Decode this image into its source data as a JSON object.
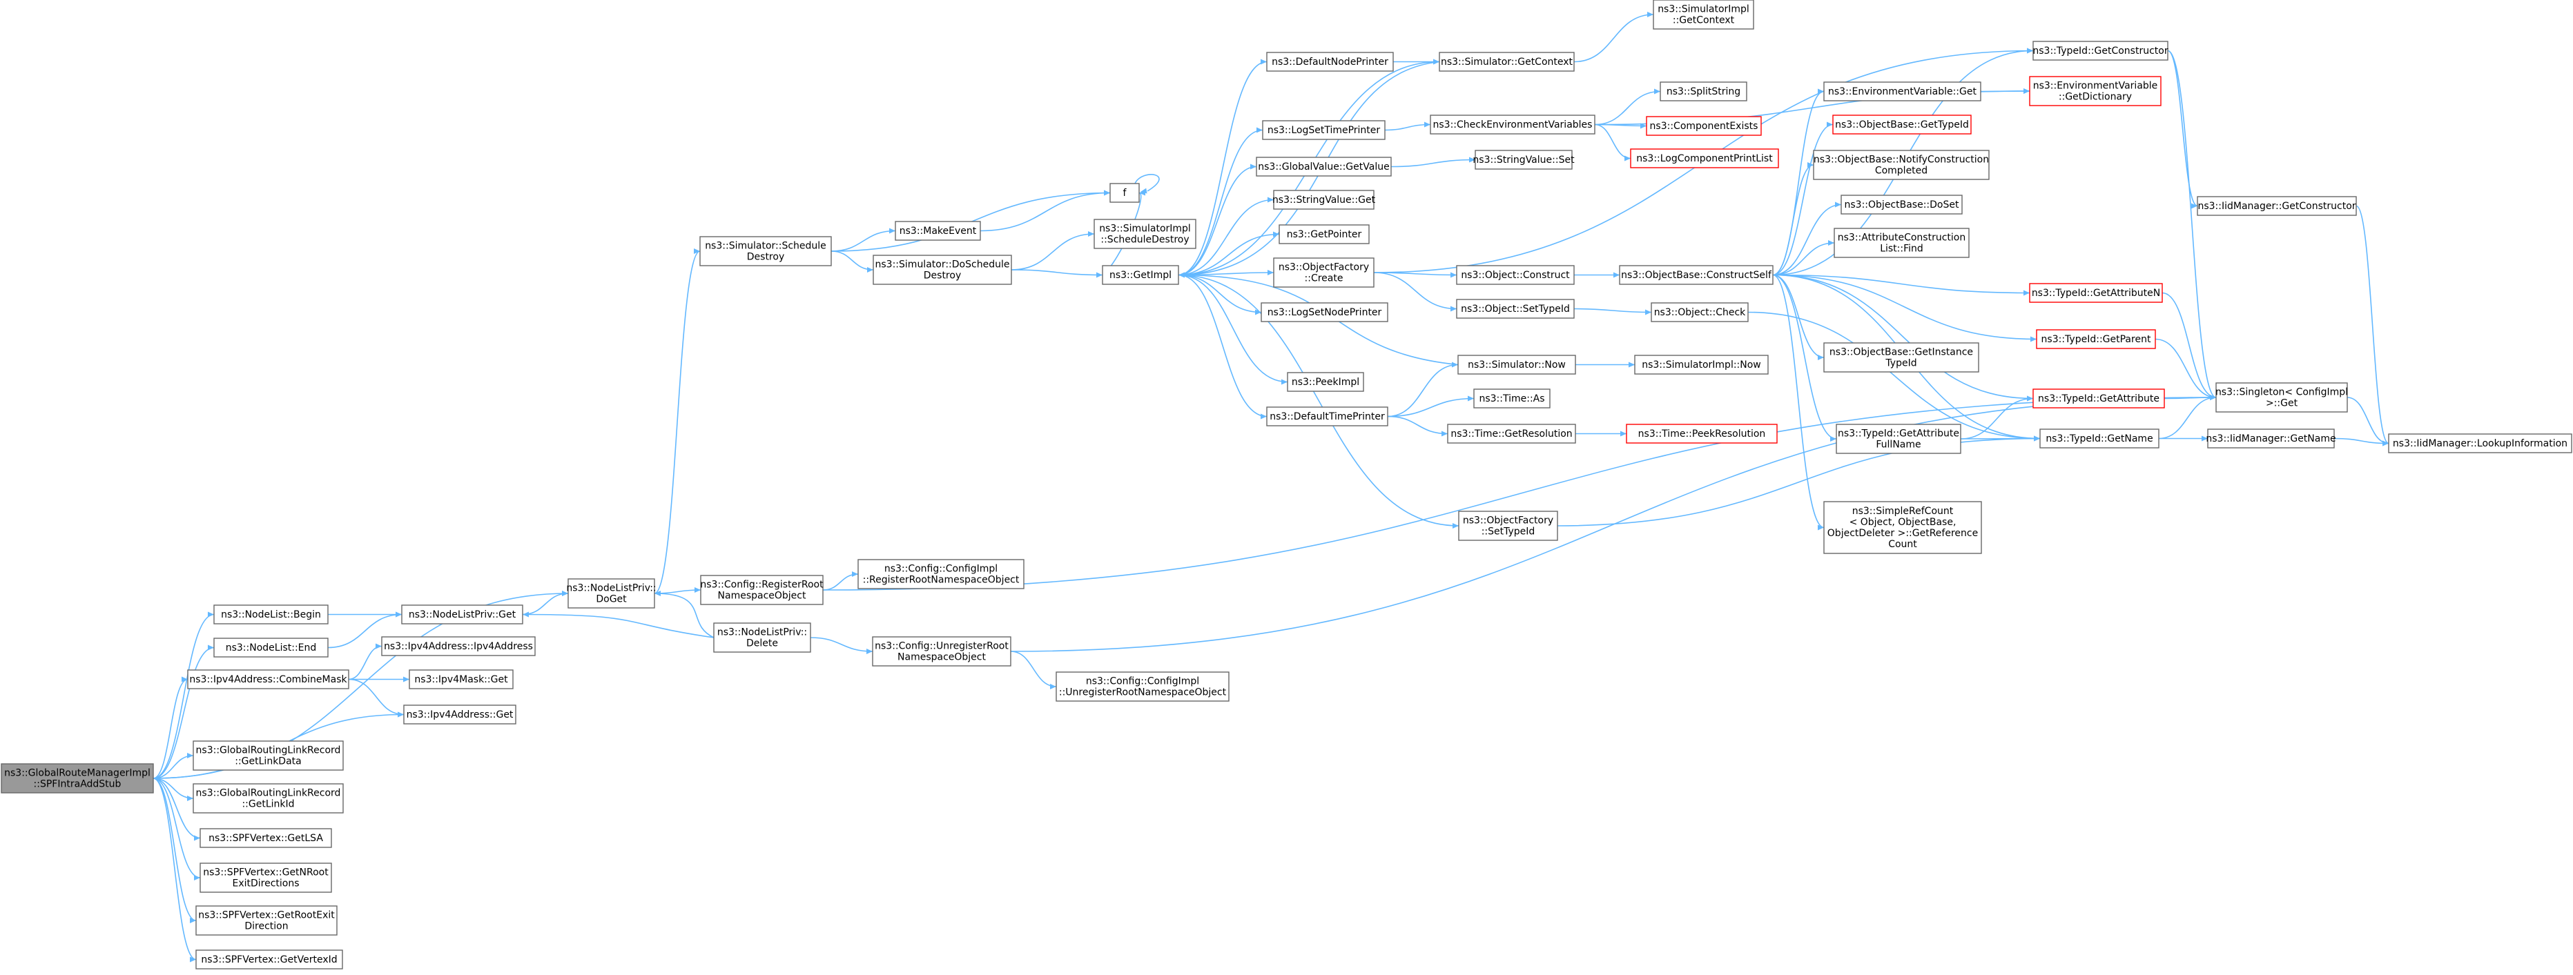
{
  "title": "",
  "colors": {
    "edge": "#63b8ff",
    "node_border": "#666666",
    "node_border_red": "#ff0000",
    "root_fill": "#999999"
  },
  "nodes": [
    {
      "id": "root",
      "lines": [
        "ns3::GlobalRouteManagerImpl",
        "::SPFIntraAddStub"
      ],
      "style": "root"
    },
    {
      "id": "nlbegin",
      "lines": [
        "ns3::NodeList::Begin"
      ]
    },
    {
      "id": "nlend",
      "lines": [
        "ns3::NodeList::End"
      ]
    },
    {
      "id": "combine",
      "lines": [
        "ns3::Ipv4Address::CombineMask"
      ]
    },
    {
      "id": "ldata",
      "lines": [
        "ns3::GlobalRoutingLinkRecord",
        "::GetLinkData"
      ]
    },
    {
      "id": "lid",
      "lines": [
        "ns3::GlobalRoutingLinkRecord",
        "::GetLinkId"
      ]
    },
    {
      "id": "getlsa",
      "lines": [
        "ns3::SPFVertex::GetLSA"
      ]
    },
    {
      "id": "nroot",
      "lines": [
        "ns3::SPFVertex::GetNRoot",
        "ExitDirections"
      ]
    },
    {
      "id": "rootexit",
      "lines": [
        "ns3::SPFVertex::GetRootExit",
        "Direction"
      ]
    },
    {
      "id": "vid",
      "lines": [
        "ns3::SPFVertex::GetVertexId"
      ]
    },
    {
      "id": "nlpget",
      "lines": [
        "ns3::NodeListPriv::Get"
      ]
    },
    {
      "id": "ipv4ctor",
      "lines": [
        "ns3::Ipv4Address::Ipv4Address"
      ]
    },
    {
      "id": "maskget",
      "lines": [
        "ns3::Ipv4Mask::Get"
      ]
    },
    {
      "id": "ipv4get",
      "lines": [
        "ns3::Ipv4Address::Get"
      ]
    },
    {
      "id": "doget",
      "lines": [
        "ns3::NodeListPriv::",
        "DoGet"
      ]
    },
    {
      "id": "delete",
      "lines": [
        "ns3::NodeListPriv::",
        "Delete"
      ]
    },
    {
      "id": "regroot",
      "lines": [
        "ns3::Config::RegisterRoot",
        "NamespaceObject"
      ]
    },
    {
      "id": "unregroot",
      "lines": [
        "ns3::Config::UnregisterRoot",
        "NamespaceObject"
      ]
    },
    {
      "id": "cfgreg",
      "lines": [
        "ns3::Config::ConfigImpl",
        "::RegisterRootNamespaceObject"
      ]
    },
    {
      "id": "cfgunreg",
      "lines": [
        "ns3::Config::ConfigImpl",
        "::UnregisterRootNamespaceObject"
      ]
    },
    {
      "id": "sched",
      "lines": [
        "ns3::Simulator::Schedule",
        "Destroy"
      ]
    },
    {
      "id": "makeevent",
      "lines": [
        "ns3::MakeEvent"
      ]
    },
    {
      "id": "dosched",
      "lines": [
        "ns3::Simulator::DoSchedule",
        "Destroy"
      ]
    },
    {
      "id": "f",
      "lines": [
        "f"
      ]
    },
    {
      "id": "simsched",
      "lines": [
        "ns3::SimulatorImpl",
        "::ScheduleDestroy"
      ]
    },
    {
      "id": "getimpl",
      "lines": [
        "ns3::GetImpl"
      ]
    },
    {
      "id": "defnode",
      "lines": [
        "ns3::DefaultNodePrinter"
      ]
    },
    {
      "id": "logsettime",
      "lines": [
        "ns3::LogSetTimePrinter"
      ]
    },
    {
      "id": "gvget",
      "lines": [
        "ns3::GlobalValue::GetValue"
      ]
    },
    {
      "id": "svget",
      "lines": [
        "ns3::StringValue::Get"
      ]
    },
    {
      "id": "getptr",
      "lines": [
        "ns3::GetPointer"
      ]
    },
    {
      "id": "objfact",
      "lines": [
        "ns3::ObjectFactory",
        "::Create"
      ]
    },
    {
      "id": "logsetnode",
      "lines": [
        "ns3::LogSetNodePrinter"
      ]
    },
    {
      "id": "peekimpl",
      "lines": [
        "ns3::PeekImpl"
      ]
    },
    {
      "id": "deftime",
      "lines": [
        "ns3::DefaultTimePrinter"
      ]
    },
    {
      "id": "simctx",
      "lines": [
        "ns3::Simulator::GetContext"
      ]
    },
    {
      "id": "checkenv",
      "lines": [
        "ns3::CheckEnvironmentVariables"
      ]
    },
    {
      "id": "svset",
      "lines": [
        "ns3::StringValue::Set"
      ]
    },
    {
      "id": "objconstruct",
      "lines": [
        "ns3::Object::Construct"
      ]
    },
    {
      "id": "objsettid",
      "lines": [
        "ns3::Object::SetTypeId"
      ]
    },
    {
      "id": "simnow",
      "lines": [
        "ns3::Simulator::Now"
      ]
    },
    {
      "id": "timeas",
      "lines": [
        "ns3::Time::As"
      ]
    },
    {
      "id": "timeres",
      "lines": [
        "ns3::Time::GetResolution"
      ]
    },
    {
      "id": "ofsettid",
      "lines": [
        "ns3::ObjectFactory",
        "::SetTypeId"
      ]
    },
    {
      "id": "simimplctx",
      "lines": [
        "ns3::SimulatorImpl",
        "::GetContext"
      ]
    },
    {
      "id": "splitstr",
      "lines": [
        "ns3::SplitString"
      ]
    },
    {
      "id": "compexists",
      "lines": [
        "ns3::ComponentExists"
      ],
      "style": "red"
    },
    {
      "id": "logcomp",
      "lines": [
        "ns3::LogComponentPrintList"
      ],
      "style": "red"
    },
    {
      "id": "constructself",
      "lines": [
        "ns3::ObjectBase::ConstructSelf"
      ]
    },
    {
      "id": "objcheck",
      "lines": [
        "ns3::Object::Check"
      ]
    },
    {
      "id": "simimplnow",
      "lines": [
        "ns3::SimulatorImpl::Now"
      ]
    },
    {
      "id": "peekres",
      "lines": [
        "ns3::Time::PeekResolution"
      ],
      "style": "red"
    },
    {
      "id": "envget",
      "lines": [
        "ns3::EnvironmentVariable::Get"
      ]
    },
    {
      "id": "obgettid",
      "lines": [
        "ns3::ObjectBase::GetTypeId"
      ],
      "style": "red"
    },
    {
      "id": "notify",
      "lines": [
        "ns3::ObjectBase::NotifyConstruction",
        "Completed"
      ]
    },
    {
      "id": "doset",
      "lines": [
        "ns3::ObjectBase::DoSet"
      ]
    },
    {
      "id": "attrfind",
      "lines": [
        "ns3::AttributeConstruction",
        "List::Find"
      ]
    },
    {
      "id": "getinst",
      "lines": [
        "ns3::ObjectBase::GetInstance",
        "TypeId"
      ]
    },
    {
      "id": "attrfull",
      "lines": [
        "ns3::TypeId::GetAttribute",
        "FullName"
      ]
    },
    {
      "id": "refcount",
      "lines": [
        "ns3::SimpleRefCount",
        "< Object, ObjectBase,",
        "ObjectDeleter >::GetReference",
        "Count"
      ]
    },
    {
      "id": "tidctor",
      "lines": [
        "ns3::TypeId::GetConstructor"
      ]
    },
    {
      "id": "envdict",
      "lines": [
        "ns3::EnvironmentVariable",
        "::GetDictionary"
      ],
      "style": "red"
    },
    {
      "id": "tidattrn",
      "lines": [
        "ns3::TypeId::GetAttributeN"
      ],
      "style": "red"
    },
    {
      "id": "tidparent",
      "lines": [
        "ns3::TypeId::GetParent"
      ],
      "style": "red"
    },
    {
      "id": "tidattr",
      "lines": [
        "ns3::TypeId::GetAttribute"
      ],
      "style": "red"
    },
    {
      "id": "tidname",
      "lines": [
        "ns3::TypeId::GetName"
      ]
    },
    {
      "id": "iidctor",
      "lines": [
        "ns3::IidManager::GetConstructor"
      ]
    },
    {
      "id": "singleton",
      "lines": [
        "ns3::Singleton< ConfigImpl",
        ">::Get"
      ]
    },
    {
      "id": "iidname",
      "lines": [
        "ns3::IidManager::GetName"
      ]
    },
    {
      "id": "lookup",
      "lines": [
        "ns3::IidManager::LookupInformation"
      ]
    }
  ],
  "edges": [
    [
      "root",
      "nlbegin"
    ],
    [
      "root",
      "nlend"
    ],
    [
      "root",
      "combine"
    ],
    [
      "root",
      "ipv4get"
    ],
    [
      "root",
      "ldata"
    ],
    [
      "root",
      "lid"
    ],
    [
      "root",
      "getlsa"
    ],
    [
      "root",
      "nroot"
    ],
    [
      "root",
      "rootexit"
    ],
    [
      "root",
      "vid"
    ],
    [
      "root",
      "doget"
    ],
    [
      "nlbegin",
      "nlpget"
    ],
    [
      "nlend",
      "nlpget"
    ],
    [
      "combine",
      "ipv4ctor"
    ],
    [
      "combine",
      "maskget"
    ],
    [
      "combine",
      "ipv4get"
    ],
    [
      "nlpget",
      "doget"
    ],
    [
      "doget",
      "sched"
    ],
    [
      "doget",
      "regroot"
    ],
    [
      "delete",
      "nlpget"
    ],
    [
      "delete",
      "doget"
    ],
    [
      "delete",
      "unregroot"
    ],
    [
      "regroot",
      "cfgreg"
    ],
    [
      "regroot",
      "singleton"
    ],
    [
      "unregroot",
      "cfgunreg"
    ],
    [
      "unregroot",
      "singleton"
    ],
    [
      "sched",
      "makeevent"
    ],
    [
      "sched",
      "dosched"
    ],
    [
      "sched",
      "f"
    ],
    [
      "makeevent",
      "f"
    ],
    [
      "f",
      "f"
    ],
    [
      "dosched",
      "simsched"
    ],
    [
      "dosched",
      "getimpl"
    ],
    [
      "getimpl",
      "defnode"
    ],
    [
      "getimpl",
      "logsettime"
    ],
    [
      "getimpl",
      "gvget"
    ],
    [
      "getimpl",
      "svget"
    ],
    [
      "getimpl",
      "getptr"
    ],
    [
      "getimpl",
      "objfact"
    ],
    [
      "getimpl",
      "logsetnode"
    ],
    [
      "getimpl",
      "peekimpl"
    ],
    [
      "getimpl",
      "deftime"
    ],
    [
      "getimpl",
      "ofsettid"
    ],
    [
      "getimpl",
      "f"
    ],
    [
      "getimpl",
      "simctx"
    ],
    [
      "defnode",
      "simctx"
    ],
    [
      "simctx",
      "simimplctx"
    ],
    [
      "simctx",
      "getimpl"
    ],
    [
      "logsettime",
      "checkenv"
    ],
    [
      "checkenv",
      "splitstr"
    ],
    [
      "checkenv",
      "compexists"
    ],
    [
      "checkenv",
      "logcomp"
    ],
    [
      "checkenv",
      "envdict"
    ],
    [
      "gvget",
      "svset"
    ],
    [
      "objfact",
      "objconstruct"
    ],
    [
      "objfact",
      "objsettid"
    ],
    [
      "objfact",
      "tidctor"
    ],
    [
      "objconstruct",
      "constructself"
    ],
    [
      "objsettid",
      "objcheck"
    ],
    [
      "simnow",
      "simimplnow"
    ],
    [
      "simnow",
      "getimpl"
    ],
    [
      "deftime",
      "simnow"
    ],
    [
      "deftime",
      "timeas"
    ],
    [
      "deftime",
      "timeres"
    ],
    [
      "timeres",
      "peekres"
    ],
    [
      "ofsettid",
      "tidname"
    ],
    [
      "constructself",
      "envget"
    ],
    [
      "constructself",
      "obgettid"
    ],
    [
      "constructself",
      "notify"
    ],
    [
      "constructself",
      "doset"
    ],
    [
      "constructself",
      "attrfind"
    ],
    [
      "constructself",
      "getinst"
    ],
    [
      "constructself",
      "attrfull"
    ],
    [
      "constructself",
      "refcount"
    ],
    [
      "constructself",
      "tidattrn"
    ],
    [
      "constructself",
      "tidparent"
    ],
    [
      "constructself",
      "tidattr"
    ],
    [
      "constructself",
      "tidname"
    ],
    [
      "constructself",
      "tidctor"
    ],
    [
      "objcheck",
      "tidname"
    ],
    [
      "envget",
      "envdict"
    ],
    [
      "attrfull",
      "tidattr"
    ],
    [
      "attrfull",
      "tidname"
    ],
    [
      "tidctor",
      "iidctor"
    ],
    [
      "tidctor",
      "singleton"
    ],
    [
      "tidattrn",
      "singleton"
    ],
    [
      "tidparent",
      "singleton"
    ],
    [
      "tidattr",
      "singleton"
    ],
    [
      "tidname",
      "singleton"
    ],
    [
      "tidname",
      "iidname"
    ],
    [
      "iidctor",
      "lookup"
    ],
    [
      "iidname",
      "lookup"
    ],
    [
      "singleton",
      "lookup"
    ]
  ]
}
